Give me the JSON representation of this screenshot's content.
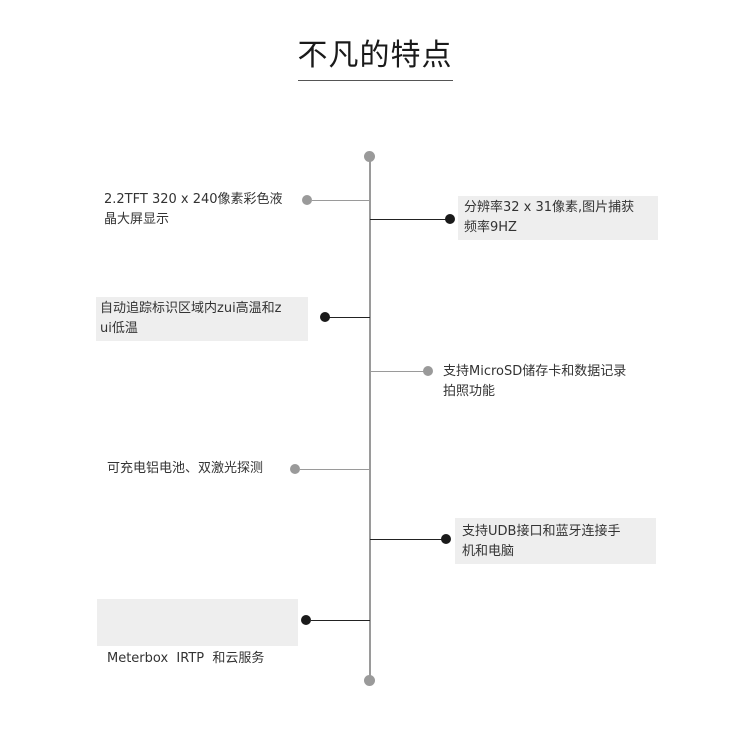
{
  "title": "不凡的特点",
  "features": [
    {
      "side": "left",
      "style": "plain",
      "lines": [
        "2.2TFT 320 x 240像素彩色液",
        "晶大屏显示"
      ]
    },
    {
      "side": "right",
      "style": "boxed",
      "lines": [
        "分辨率32 x 31像素,图片捕获",
        "频率9HZ"
      ]
    },
    {
      "side": "left",
      "style": "boxed",
      "lines": [
        "自动追踪标识区域内zui高温和z",
        "ui低温"
      ]
    },
    {
      "side": "right",
      "style": "plain",
      "lines": [
        "支持MicroSD储存卡和数据记录",
        "拍照功能"
      ]
    },
    {
      "side": "left",
      "style": "plain",
      "lines": [
        "可充电铝电池、双激光探测"
      ]
    },
    {
      "side": "right",
      "style": "boxed",
      "lines": [
        "支持UDB接口和蓝牙连接手",
        "机和电脑"
      ]
    },
    {
      "side": "left",
      "style": "boxed",
      "lines": [
        "Meterbox  IRTP  和云服务"
      ]
    }
  ],
  "colors": {
    "light": "#9a9a9a",
    "dark": "#1a1a1a",
    "box": "#eeeeee"
  }
}
